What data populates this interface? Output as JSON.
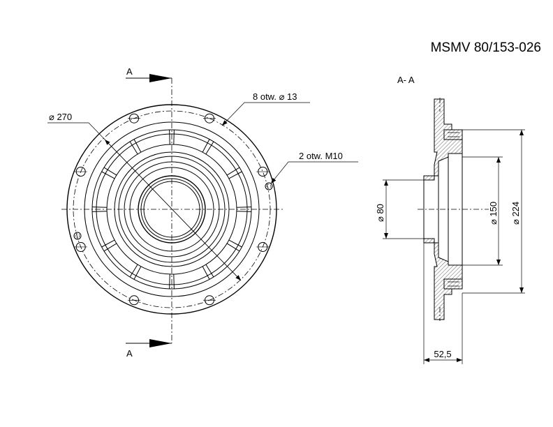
{
  "title": "MSMV 80/153-026",
  "section_label": "A- A",
  "arrow_label_top": "A",
  "arrow_label_bottom": "A",
  "callouts": {
    "holes_8": "8 otw. ⌀ 13",
    "holes_2": "2 otw. M10",
    "outer_diameter": "⌀ 270"
  },
  "dimensions": {
    "d80": "⌀ 80",
    "d150": "⌀ 150",
    "d224": "⌀ 224",
    "length": "52,5"
  }
}
